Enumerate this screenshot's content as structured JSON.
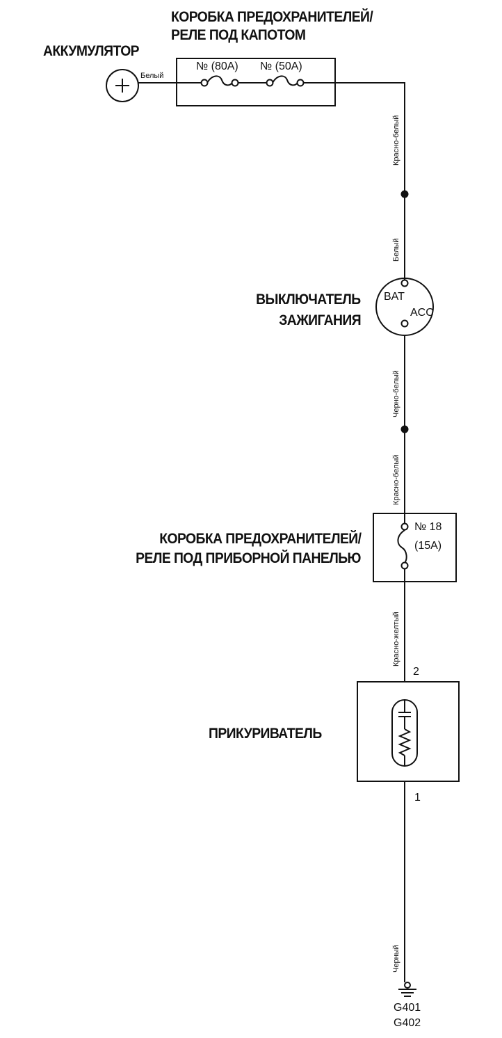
{
  "labels": {
    "battery": "АККУМУЛЯТОР",
    "hood_box_line1": "КОРОБКА ПРЕДОХРАНИТЕЛЕЙ/",
    "hood_box_line2": "РЕЛЕ ПОД КАПОТОМ",
    "ignition_line1": "ВЫКЛЮЧАТЕЛЬ",
    "ignition_line2": "ЗАЖИГАНИЯ",
    "dash_box_line1": "КОРОБКА ПРЕДОХРАНИТЕЛЕЙ/",
    "dash_box_line2": "РЕЛЕ ПОД ПРИБОРНОЙ ПАНЕЛЬЮ",
    "lighter": "ПРИКУРИВАТЕЛЬ"
  },
  "fuses": {
    "hood_fuse_a": "№ (80A)",
    "hood_fuse_b": "№ (50A)",
    "dash_fuse_no": "№ 18",
    "dash_fuse_rating": "(15A)"
  },
  "ignition_terminals": {
    "bat": "BAT",
    "acc": "ACC"
  },
  "lighter_pins": {
    "top": "2",
    "bottom": "1"
  },
  "wires": {
    "battery_to_box": "Белый",
    "box_to_splice": "Красно-белый",
    "splice_to_ignition": "Белый",
    "ignition_to_splice": "Черно-белый",
    "splice_to_dash_box": "Красно-белый",
    "dash_box_to_lighter": "Красно-желтый",
    "lighter_to_ground": "Черный"
  },
  "ground": {
    "g1": "G401",
    "g2": "G402"
  }
}
